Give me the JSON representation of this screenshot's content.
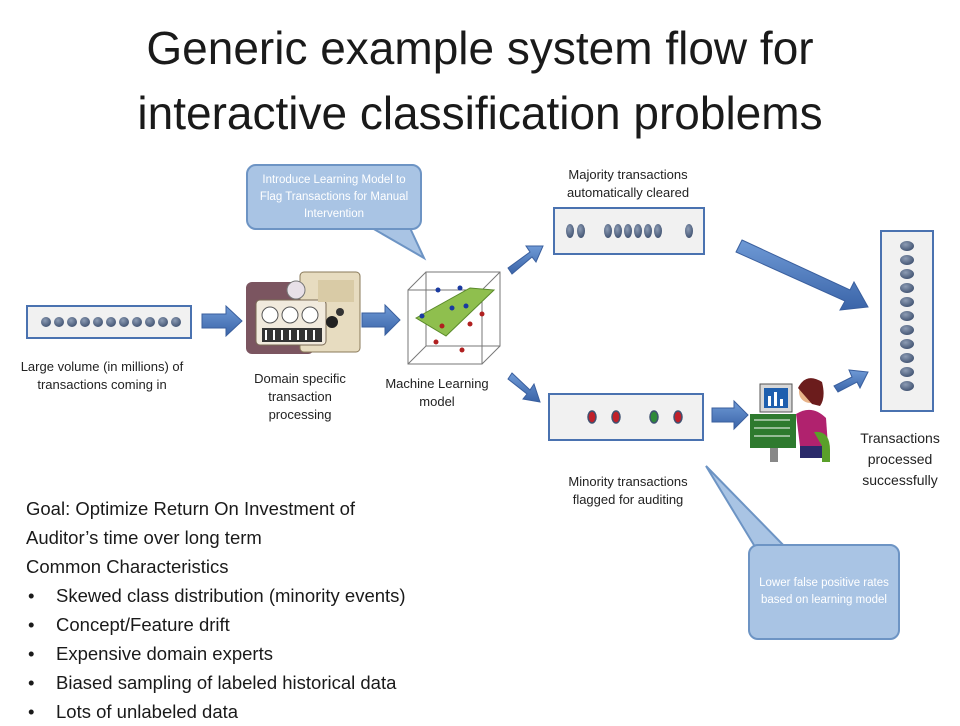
{
  "title": {
    "line1": "Generic example system flow for",
    "line2": "interactive classification problems"
  },
  "callouts": {
    "learning_model": "Introduce Learning Model to Flag Transactions for Manual Intervention",
    "false_positive": "Lower false positive rates based on learning model"
  },
  "labels": {
    "large_volume": "Large volume (in millions) of transactions coming in",
    "domain_processing": "Domain specific transaction processing",
    "ml_model": "Machine Learning model",
    "majority": "Majority transactions automatically cleared",
    "minority": "Minority transactions flagged for auditing",
    "processed": "Transactions processed successfully"
  },
  "goal": {
    "line1": "Goal: Optimize Return On Investment of",
    "line2": "Auditor’s time over long term",
    "heading": "Common Characteristics",
    "bullets": [
      "Skewed class distribution (minority events)",
      "Concept/Feature drift",
      "Expensive domain experts",
      "Biased sampling of labeled historical data",
      "Lots of unlabeled data"
    ]
  },
  "colors": {
    "arrow_fill": "#4a78c0",
    "box_border": "#4a72b0",
    "dot_fill": "#5a6d8a",
    "red_dot": "#c0202a",
    "green_dot": "#2f8a3a",
    "callout_fill": "#a9c4e4"
  }
}
